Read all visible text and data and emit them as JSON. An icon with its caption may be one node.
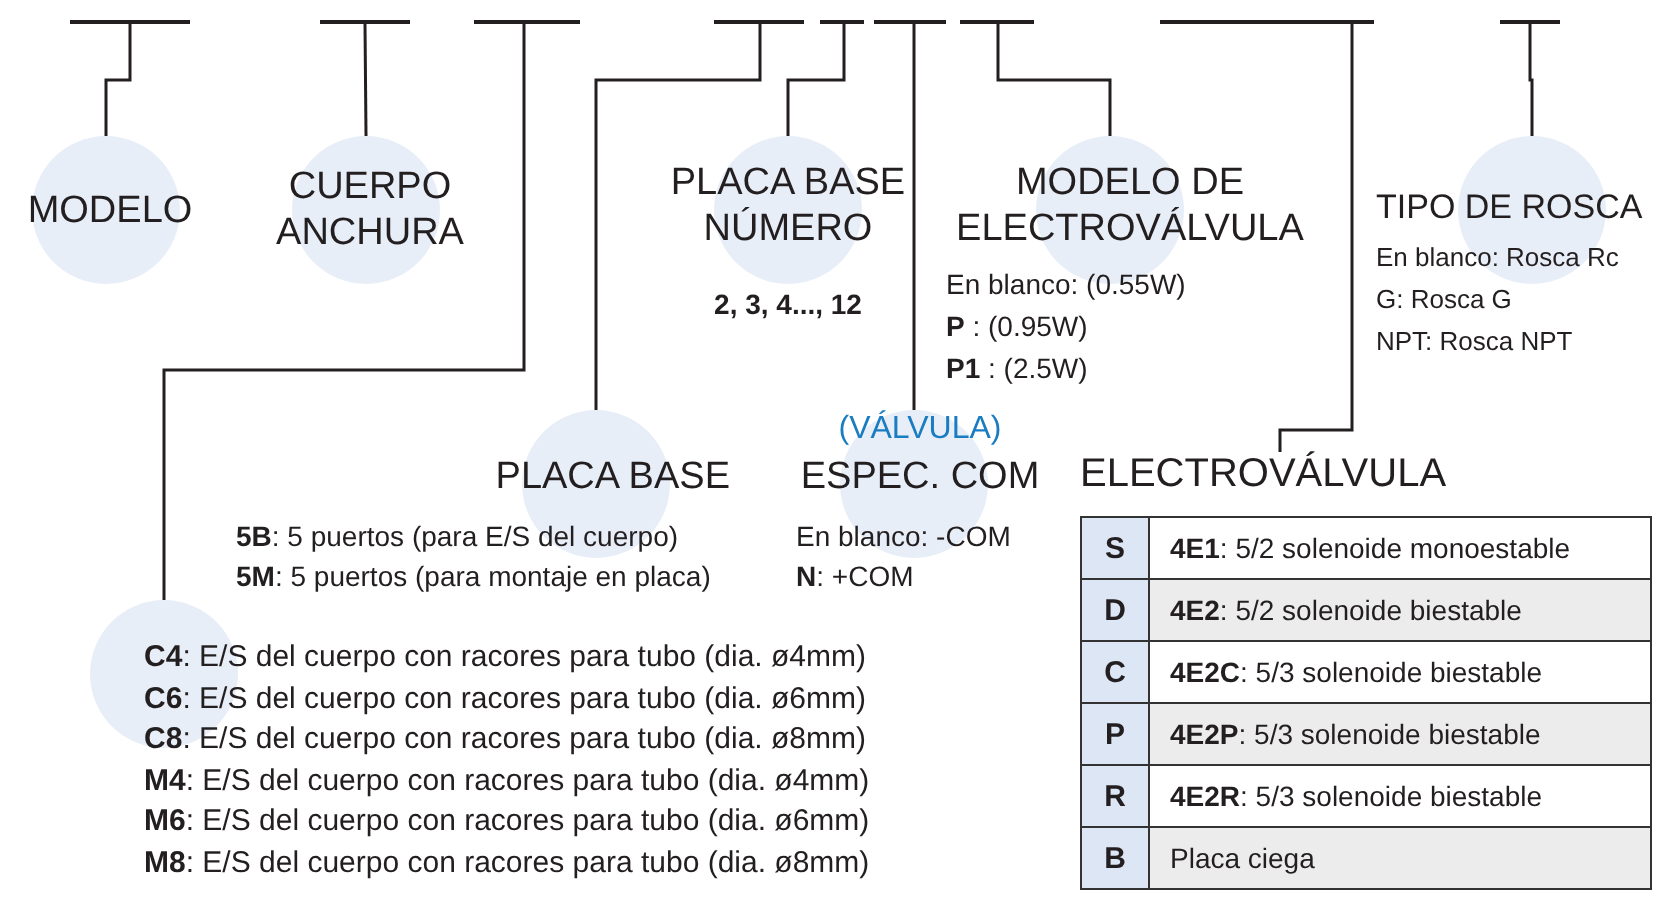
{
  "diagram": {
    "nodes": [
      {
        "text": [],
        "shape": "bar"
      },
      {
        "text": [],
        "shape": "bar"
      },
      {
        "text": [],
        "shape": "bar"
      },
      {
        "text": [],
        "shape": "bar"
      },
      {
        "text": [],
        "shape": "bar"
      },
      {
        "text": [],
        "shape": "bar"
      },
      {
        "text": [],
        "shape": "bar"
      },
      {
        "text": [],
        "shape": "bar"
      },
      {
        "text": [],
        "shape": "bar"
      },
      {
        "text": [
          "MODELO"
        ]
      },
      {
        "text": [
          "CUERPO ANCHURA"
        ]
      },
      {
        "text": [
          "PLACA BASE NÚMERO",
          "2, 3, 4..., 12"
        ]
      },
      {
        "text": [
          "MODELO DE ELECTROVÁLVULA",
          "En blanco: (0.55W)",
          "**P** : (0.95W)",
          "**P1** : (2.5W)"
        ]
      },
      {
        "text": [
          "TIPO DE ROSCA",
          "En blanco: Rosca Rc",
          "G: Rosca G",
          "NPT: Rosca NPT"
        ]
      },
      {
        "text": [
          "PLACA BASE",
          "**5B**: 5 puertos (para E/S del cuerpo)",
          "**5M**: 5 puertos (para montaje en placa)"
        ]
      },
      {
        "text": [
          "(VÁLVULA)",
          "ESPEC. COM",
          "En blanco: -COM",
          "**N**: +COM"
        ]
      },
      {
        "text": [
          "ELECTROVÁLVULA"
        ]
      },
      {
        "text": [
          "**C4**: E/S del cuerpo con racores para tubo (dia. ø4mm)",
          "**C6**: E/S del cuerpo con racores para tubo (dia. ø6mm)",
          "**C8**: E/S del cuerpo con racores para tubo (dia. ø8mm)",
          "**M4**: E/S del cuerpo con racores para tubo (dia. ø4mm)",
          "**M6**: E/S del cuerpo con racores para tubo (dia. ø6mm)",
          "**M8**: E/S del cuerpo con racores para tubo (dia. ø8mm)"
        ]
      }
    ],
    "edges": [
      {
        "from": 0,
        "to": 9,
        "arrow": "none"
      },
      {
        "from": 1,
        "to": 10,
        "arrow": "none"
      },
      {
        "from": 2,
        "to": 17,
        "arrow": "none"
      },
      {
        "from": 3,
        "to": 14,
        "arrow": "none"
      },
      {
        "from": 4,
        "to": 11,
        "arrow": "none"
      },
      {
        "from": 5,
        "to": 15,
        "arrow": "none"
      },
      {
        "from": 6,
        "to": 12,
        "arrow": "none"
      },
      {
        "from": 7,
        "to": 16,
        "arrow": "none"
      },
      {
        "from": 8,
        "to": 13,
        "arrow": "none"
      }
    ],
    "labels": [
      "S",
      "**4E1**: 5/2 solenoide monoestable",
      "D",
      "**4E2**: 5/2 solenoide biestable",
      "C",
      "**4E2C**: 5/3 solenoide biestable",
      "P",
      "**4E2P**: 5/3 solenoide biestable",
      "R",
      "**4E2R**: 5/3 solenoide biestable",
      "B",
      "Placa ciega"
    ]
  }
}
